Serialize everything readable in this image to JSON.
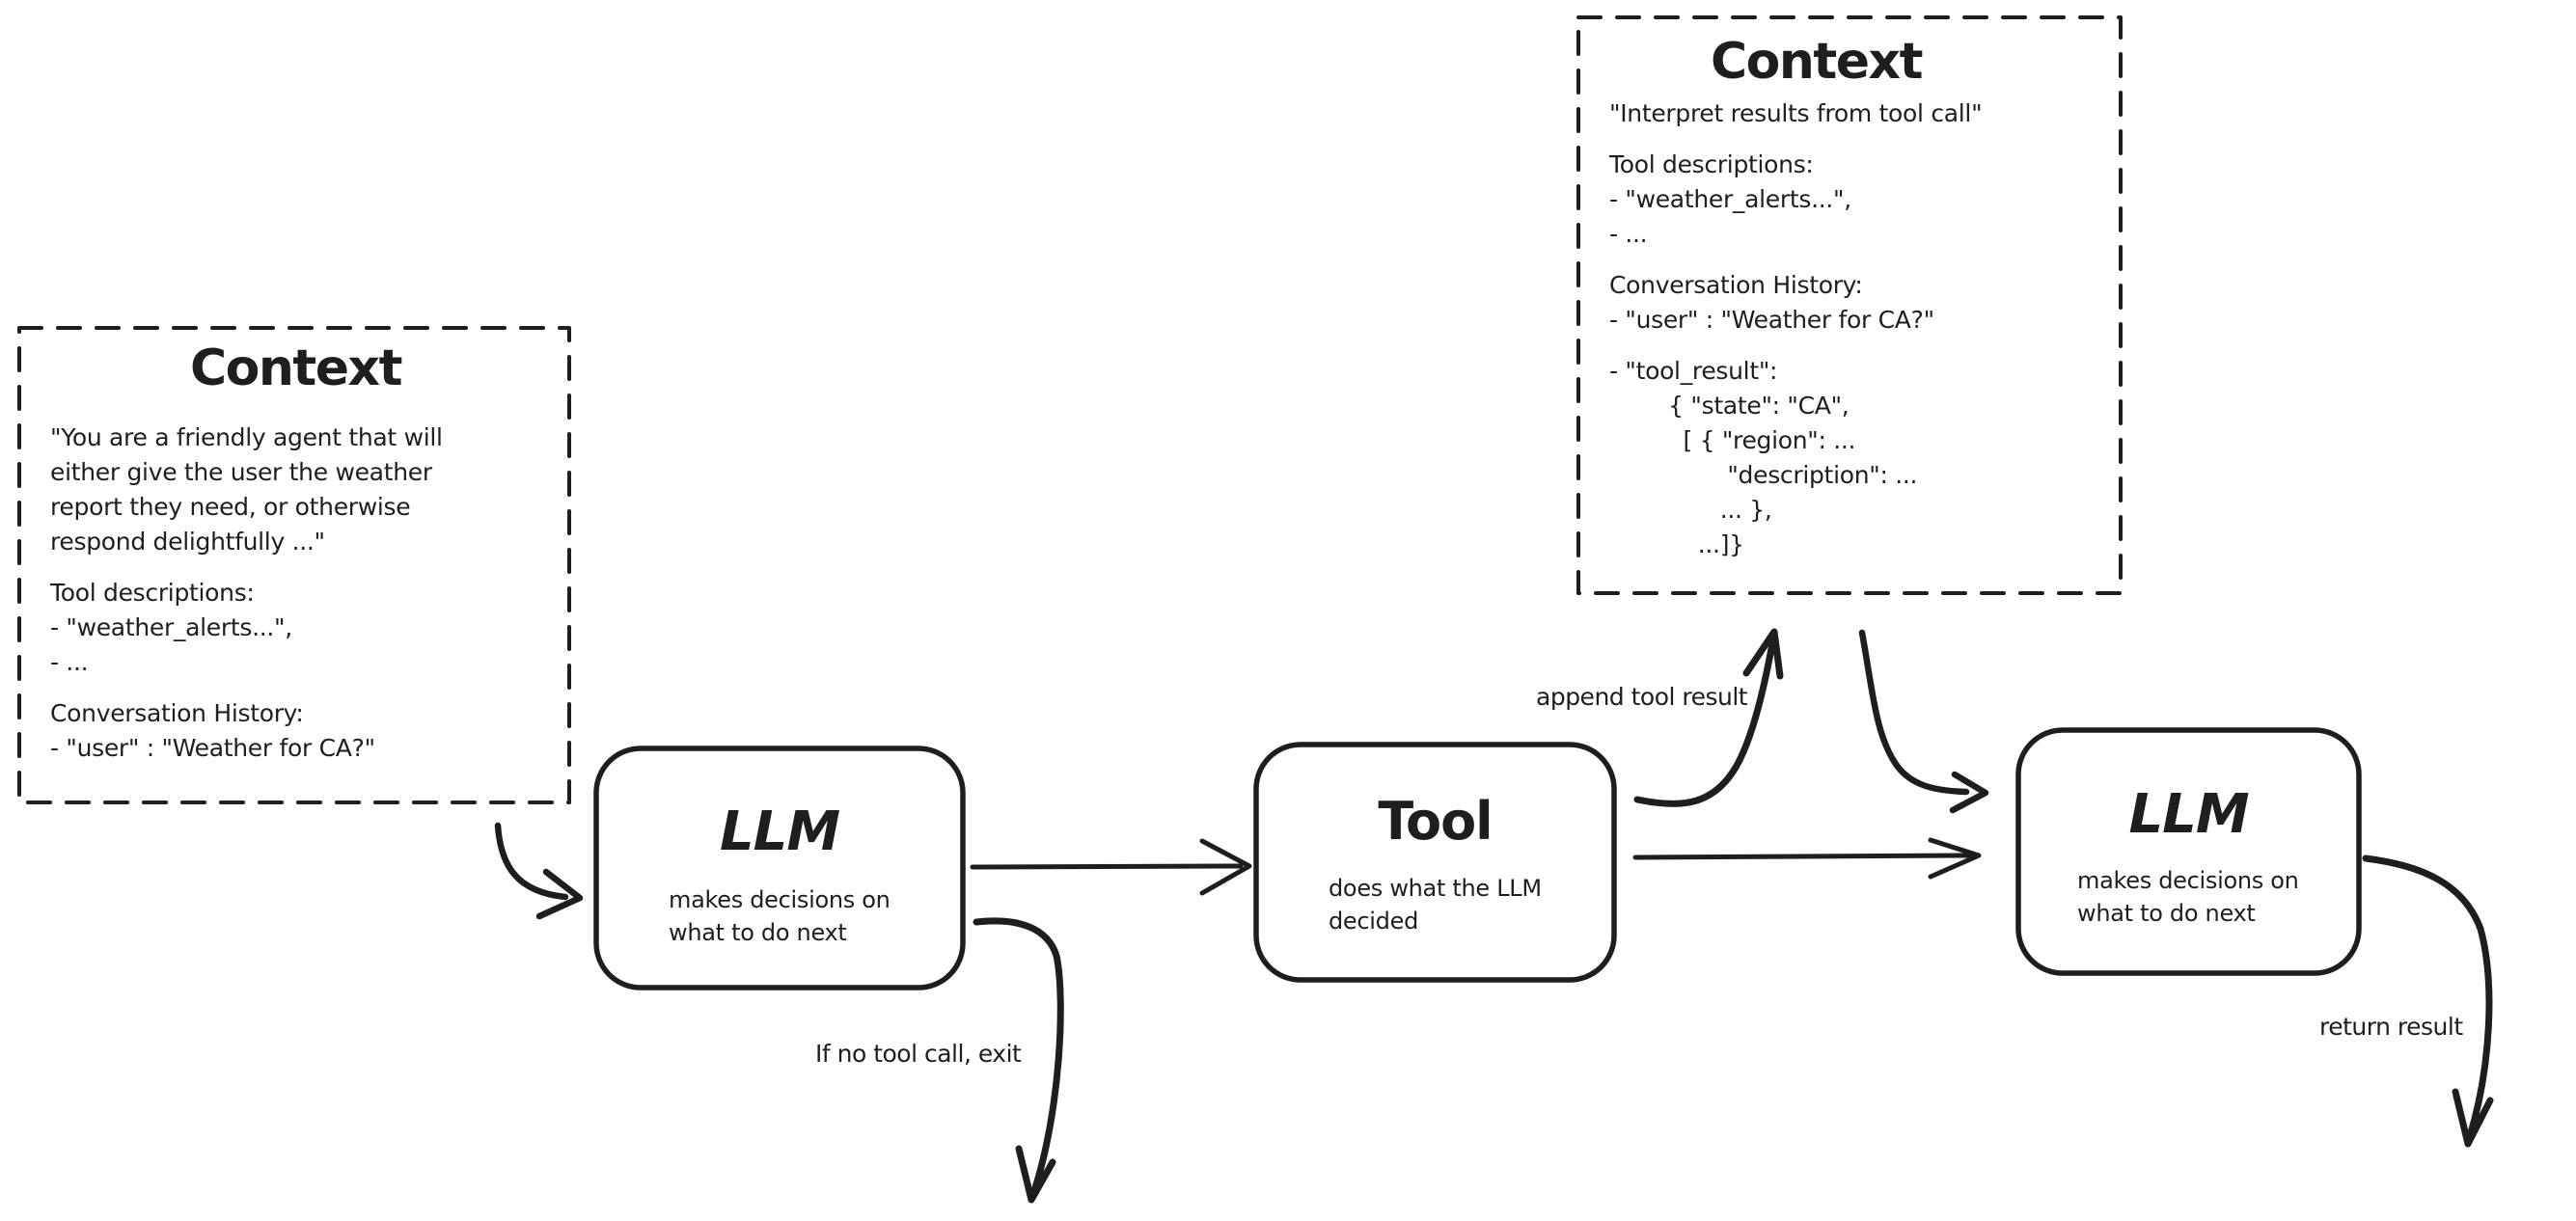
{
  "diagram": {
    "background": "#ffffff",
    "ink": "#1e1e1e"
  },
  "context_left": {
    "title": "Context",
    "lines": [
      "\"You are a friendly agent that will",
      "either give the user the weather",
      "report they need, or otherwise",
      "respond delightfully ...\"",
      "",
      "Tool descriptions:",
      "- \"weather_alerts...\",",
      "- ...",
      "",
      "Conversation History:",
      "- \"user\" : \"Weather for CA?\""
    ]
  },
  "context_top": {
    "title": "Context",
    "lines": [
      "\"Interpret results from tool call\"",
      "",
      "Tool descriptions:",
      "- \"weather_alerts...\",",
      "- ...",
      "",
      "Conversation History:",
      "- \"user\" : \"Weather for CA?\"",
      "",
      "- \"tool_result\":",
      "        { \"state\": \"CA\",",
      "          [ { \"region\": ...",
      "                \"description\": ...",
      "               ... },",
      "            ...]}"
    ]
  },
  "nodes": {
    "llm_1": {
      "title": "LLM",
      "subtitle": [
        "makes decisions on",
        "what to do next"
      ]
    },
    "tool": {
      "title": "Tool",
      "subtitle": [
        "does what the LLM",
        "decided"
      ]
    },
    "llm_2": {
      "title": "LLM",
      "subtitle": [
        "makes decisions on",
        "what to do next"
      ]
    }
  },
  "labels": {
    "append_tool_result": "append tool result",
    "if_no_tool_call_exit": "If no tool call, exit",
    "return_result": "return result"
  }
}
